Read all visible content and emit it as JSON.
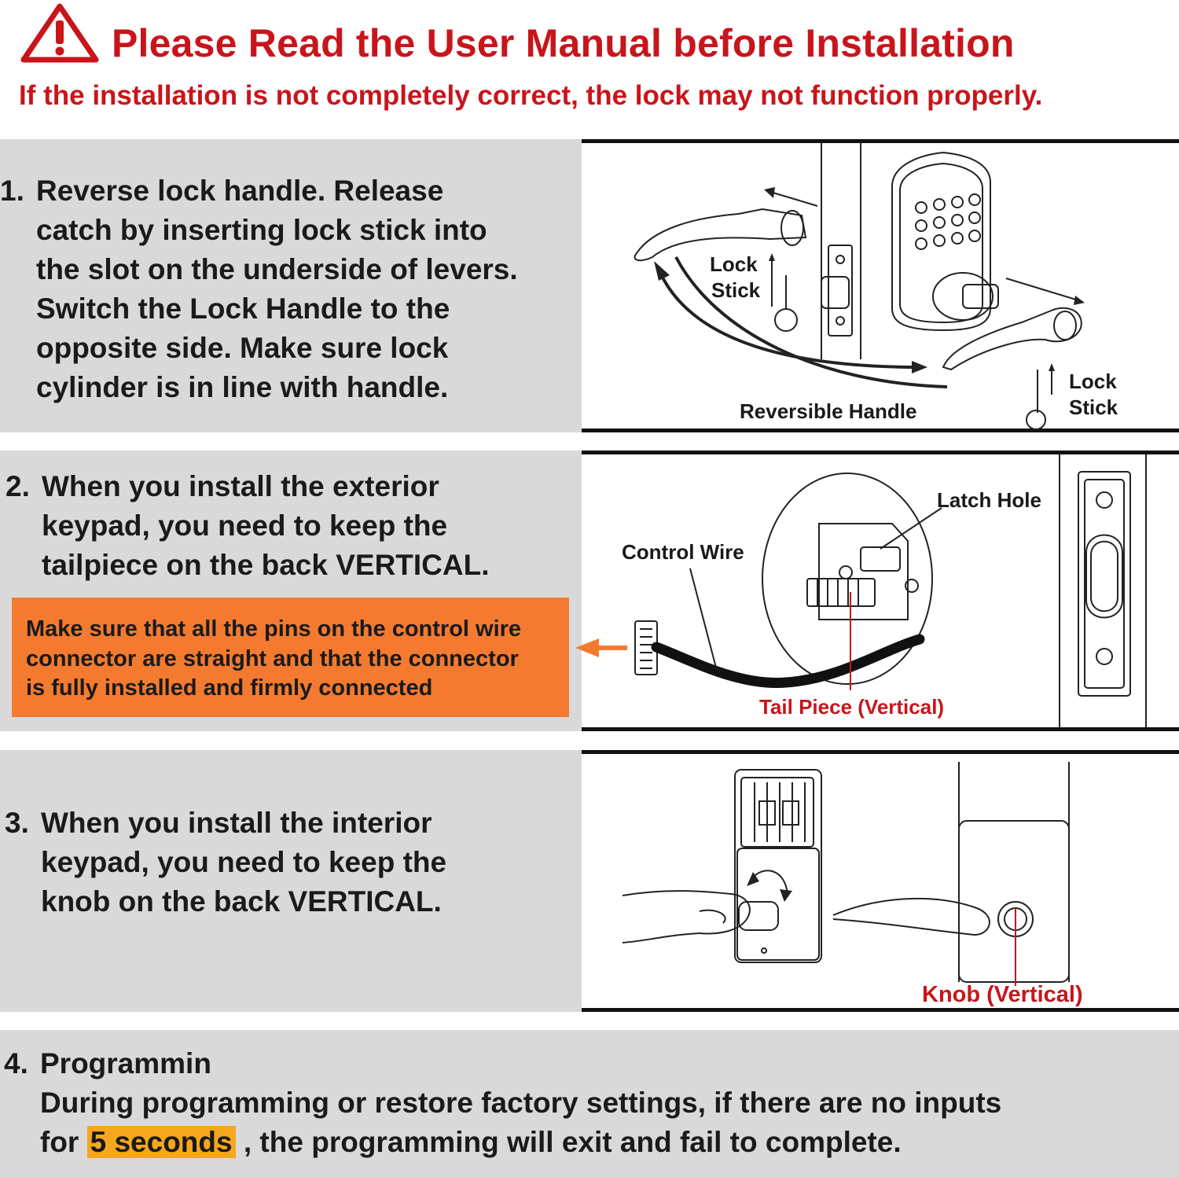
{
  "header": {
    "warning_icon": "warning-triangle-icon",
    "title": "Please Read the User Manual before Installation",
    "subtitle": "If the installation is not completely correct, the lock may not function properly."
  },
  "step1": {
    "number": "1.",
    "lines": [
      "Reverse lock handle. Release",
      "catch by inserting lock stick into",
      "the slot on the underside of levers.",
      "Switch the Lock Handle to the",
      "opposite side. Make sure lock",
      "cylinder is in line with handle."
    ],
    "diagram": {
      "lock_stick_label_1a": "Lock",
      "lock_stick_label_1b": "Stick",
      "lock_stick_label_2a": "Lock",
      "lock_stick_label_2b": "Stick",
      "reversible_handle": "Reversible Handle"
    }
  },
  "step2": {
    "number": "2.",
    "lines": [
      "When you install the exterior",
      "keypad, you need to keep the",
      "tailpiece on the back VERTICAL."
    ],
    "callout": [
      "Make sure that all the pins on the control wire",
      "connector are straight and that the connector",
      "is fully installed and firmly connected"
    ],
    "diagram": {
      "control_wire": "Control Wire",
      "latch_hole": "Latch Hole",
      "tail_piece": "Tail Piece (Vertical)"
    }
  },
  "step3": {
    "number": "3.",
    "lines": [
      "When you install the interior",
      "keypad, you need to keep the",
      "knob on the back VERTICAL."
    ],
    "diagram": {
      "knob": "Knob (Vertical)"
    }
  },
  "step4": {
    "number": "4.",
    "heading": "Programmin",
    "line1": "During programming or restore factory settings, if there are no inputs",
    "line2_before": "for",
    "highlight": "5 seconds",
    "line2_after": ", the programming will exit and fail to complete."
  },
  "colors": {
    "warning_red": "#c8151b",
    "callout_orange": "#f47a30",
    "highlight_yellow": "#f7a71d",
    "panel_gray": "#d9d9d9"
  }
}
